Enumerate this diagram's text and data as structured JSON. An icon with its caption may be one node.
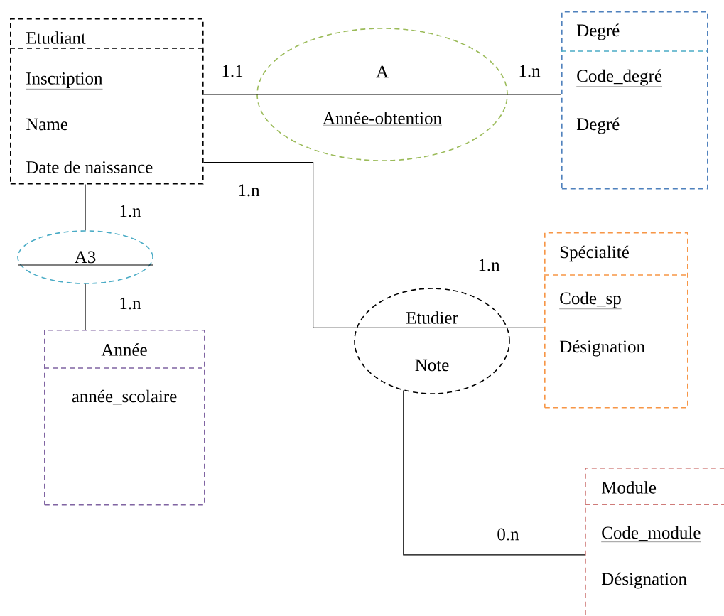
{
  "diagram": {
    "nodes": [
      {
        "text": [
          "Etudiant",
          "Inscription",
          "Name",
          "Date de naissance"
        ]
      },
      {
        "text": [
          "A",
          "Année-obtention"
        ]
      },
      {
        "text": [
          "Degré",
          "Code_degré",
          "Degré"
        ]
      },
      {
        "text": [
          "A3"
        ]
      },
      {
        "text": [
          "Etudier",
          "Note"
        ]
      },
      {
        "text": [
          "Spécialité",
          "Code_sp",
          "Désignation"
        ]
      },
      {
        "text": [
          "Année",
          "année_scolaire"
        ]
      },
      {
        "text": [
          "Module",
          "Code_module",
          "Désignation"
        ]
      }
    ],
    "edges": [
      {
        "from": 0,
        "to": 1,
        "arrow": "none",
        "label": "1.1"
      },
      {
        "from": 1,
        "to": 2,
        "arrow": "none",
        "label": "1.n"
      },
      {
        "from": 0,
        "to": 3,
        "arrow": "none",
        "label": "1.n"
      },
      {
        "from": 3,
        "to": 6,
        "arrow": "none",
        "label": "1.n"
      },
      {
        "from": 0,
        "to": 4,
        "arrow": "none",
        "label": "1.n"
      },
      {
        "from": 4,
        "to": 5,
        "arrow": "none",
        "label": "1.n"
      },
      {
        "from": 4,
        "to": 7,
        "arrow": "none",
        "label": "0.n"
      }
    ]
  }
}
